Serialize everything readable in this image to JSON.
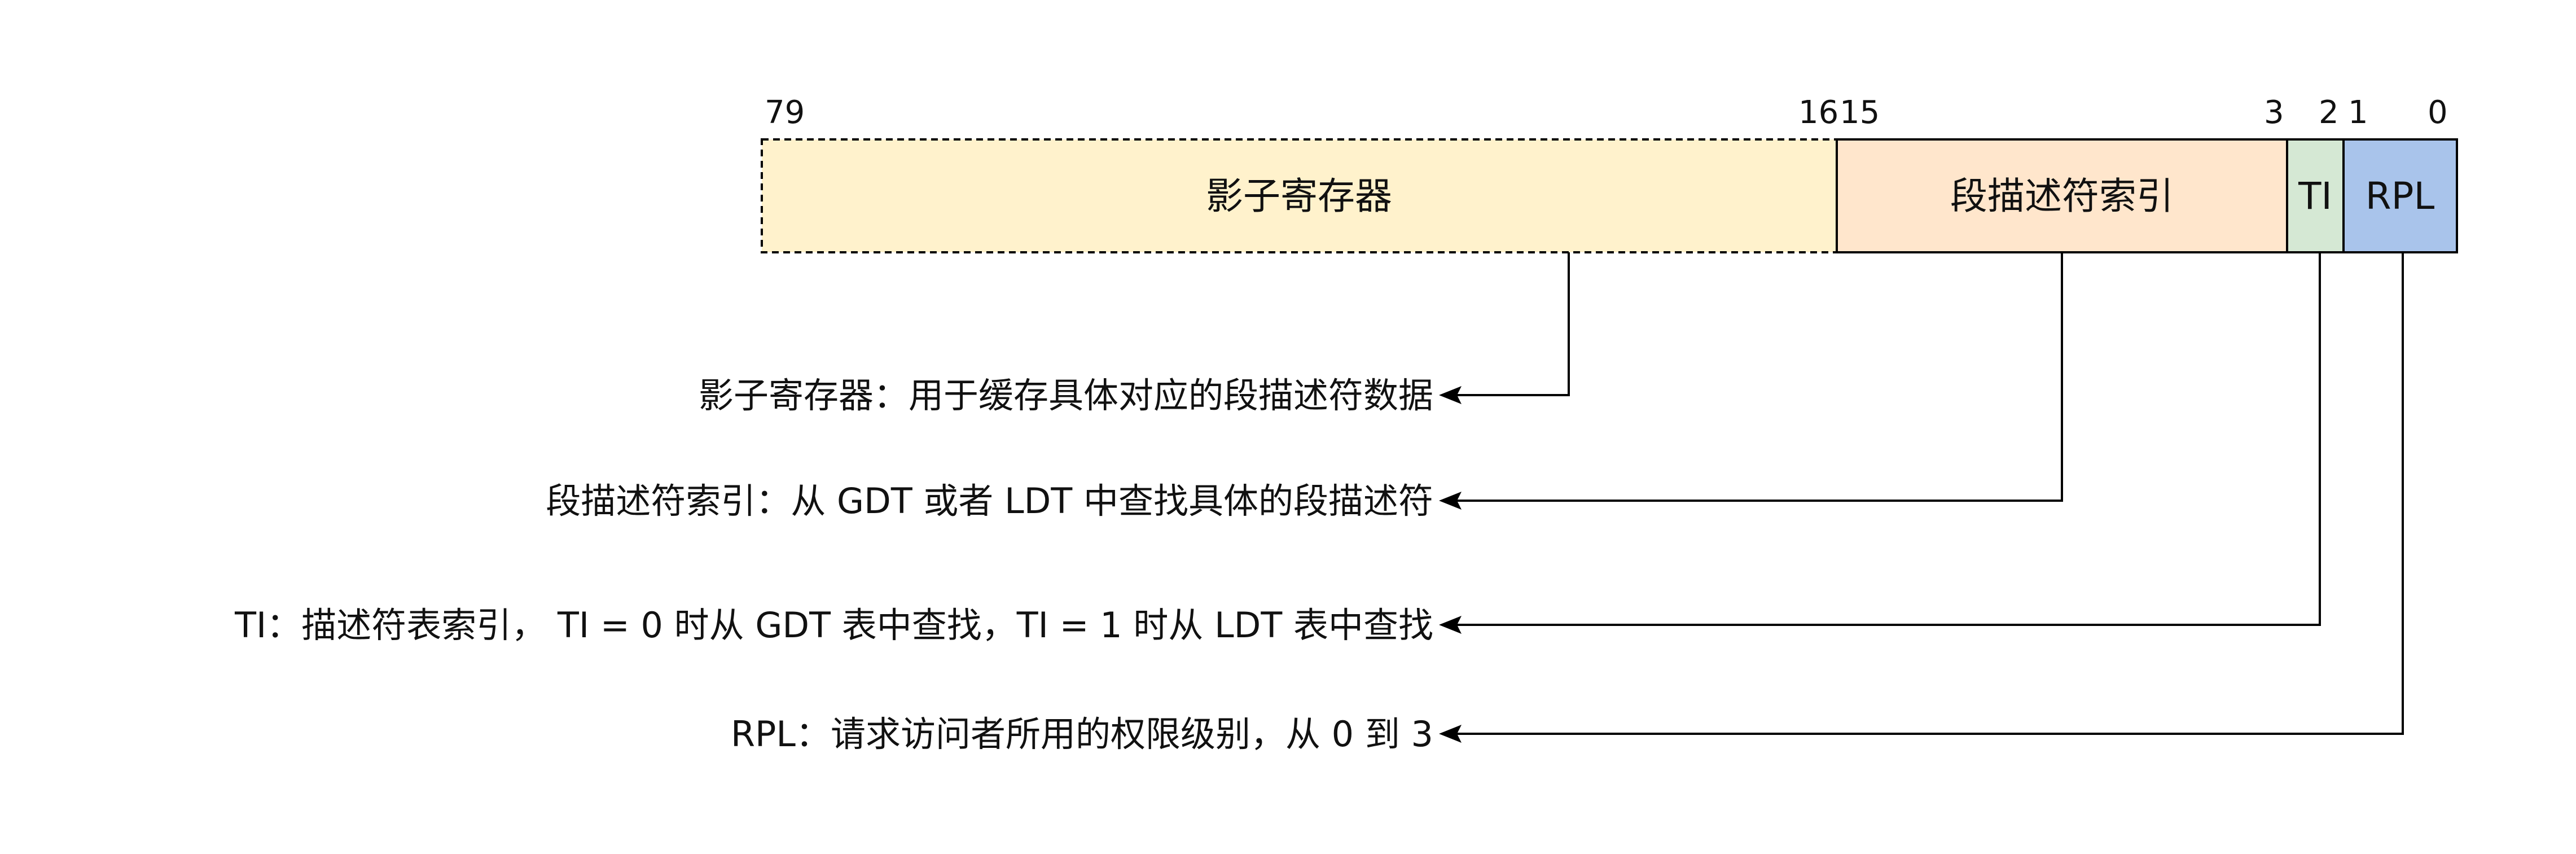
{
  "bits": {
    "b79": "79",
    "b16": "16",
    "b15": "15",
    "b3": "3",
    "b2": "2",
    "b1": "1",
    "b0": "0"
  },
  "fields": {
    "shadow": {
      "label": "影子寄存器",
      "fill": "#fff2cc",
      "border": "dashed"
    },
    "index": {
      "label": "段描述符索引",
      "fill": "#ffe6cc"
    },
    "ti": {
      "label": "TI",
      "fill": "#d5e8d4"
    },
    "rpl": {
      "label": "RPL",
      "fill": "#a9c4eb"
    }
  },
  "descriptions": {
    "shadow": "影子寄存器：用于缓存具体对应的段描述符数据",
    "index": "段描述符索引：从 GDT 或者 LDT 中查找具体的段描述符",
    "ti": "TI：描述符表索引， TI = 0 时从 GDT 表中查找，TI = 1 时从 LDT 表中查找",
    "rpl": "RPL：请求访问者所用的权限级别，从 0 到 3"
  }
}
